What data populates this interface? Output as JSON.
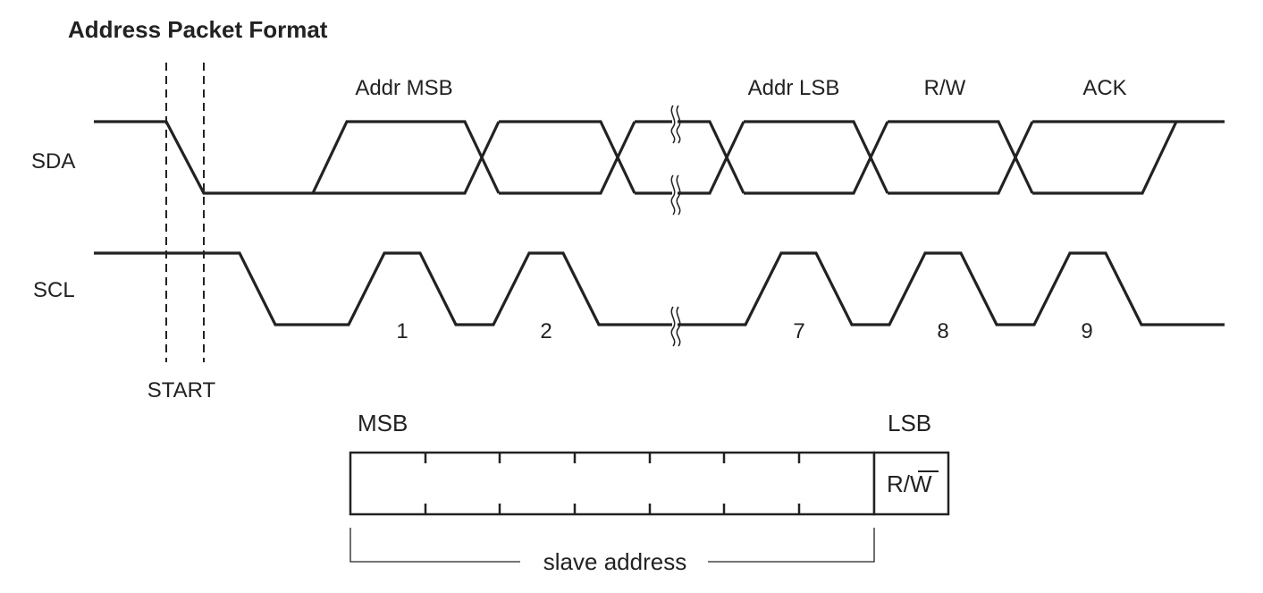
{
  "title": "Address Packet Format",
  "signals": {
    "sda": "SDA",
    "scl": "SCL"
  },
  "field_labels": {
    "addr_msb": "Addr MSB",
    "addr_lsb": "Addr LSB",
    "rw": "R/W",
    "ack": "ACK"
  },
  "clock_numbers": [
    "1",
    "2",
    "7",
    "8",
    "9"
  ],
  "start_label": "START",
  "packet": {
    "msb_label": "MSB",
    "lsb_label": "LSB",
    "rw_bit_r": "R/",
    "rw_bit_w": "W",
    "slave_address_label": "slave address"
  }
}
